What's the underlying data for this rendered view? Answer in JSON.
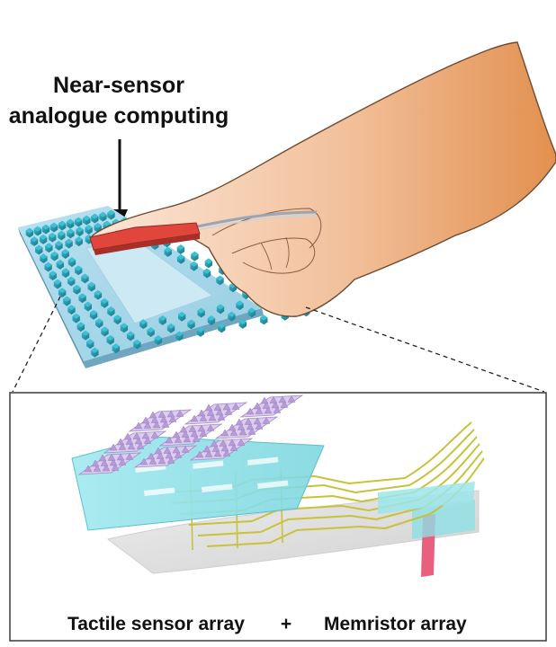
{
  "annotation": {
    "line1": "Near-sensor",
    "line2": "analogue computing"
  },
  "bottom_caption": {
    "left": "Tactile sensor array",
    "operator": "+",
    "right": "Memristor array"
  },
  "colors": {
    "skin_light": "#f6d7bf",
    "skin_dark": "#e59a63",
    "fingertip_sensor": "#e0463c",
    "substrate": "#a9d8ea",
    "pillar": "#1f8aa3",
    "inner_pad": "#bfe3f1",
    "cyan_layer": "#8fe0e6",
    "gold_wire": "#c8c23a",
    "purple_pyramids": "#c9b5e2",
    "grey_substrate": "#dedede",
    "pink_strip": "#e8607e",
    "frame": "#3a3a3a"
  },
  "icons": {
    "arrow": "arrow-down-icon",
    "finger": "finger-icon"
  }
}
